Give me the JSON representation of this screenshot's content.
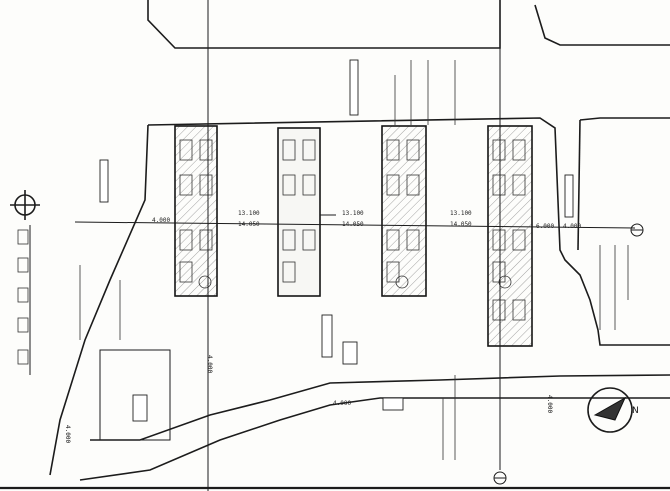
{
  "title_block": {
    "title_vertical": "",
    "scale": ""
  },
  "buildings": [
    {
      "id": "A",
      "label": ""
    },
    {
      "id": "B",
      "label": ""
    },
    {
      "id": "C",
      "label": ""
    },
    {
      "id": "D",
      "label": ""
    }
  ],
  "dimensions": [
    {
      "name": "gap-ab-top",
      "text": "13.100"
    },
    {
      "name": "gap-ab-bottom",
      "text": "14.050"
    },
    {
      "name": "gap-bc-top",
      "text": "13.100"
    },
    {
      "name": "gap-bc-bottom",
      "text": "14.050"
    },
    {
      "name": "gap-cd-top",
      "text": "13.100"
    },
    {
      "name": "gap-cd-bottom",
      "text": "14.050"
    },
    {
      "name": "setback-left",
      "text": "4.000"
    },
    {
      "name": "setback-right-top",
      "text": "6.000"
    },
    {
      "name": "setback-right-bottom",
      "text": "4.000"
    },
    {
      "name": "road-width-left",
      "text": "4.000"
    },
    {
      "name": "road-width-lower",
      "text": "4.000"
    },
    {
      "name": "road-width-right",
      "text": "4.000"
    },
    {
      "name": "road-width-bottom",
      "text": "4.000"
    }
  ],
  "north_arrow_label": "N",
  "colors": {
    "line": "#1c1c1c",
    "paper": "#fdfdfb"
  }
}
